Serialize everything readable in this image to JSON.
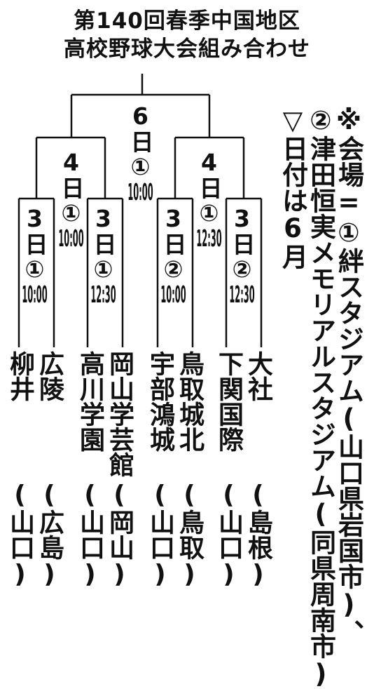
{
  "title": {
    "line1": "第140回春季中国地区",
    "line2": "高校野球大会組み合わせ"
  },
  "final": {
    "day": "6日",
    "venue": "①",
    "time": "10:00"
  },
  "semis": [
    {
      "day": "4日",
      "venue": "①",
      "time": "10:00"
    },
    {
      "day": "4日",
      "venue": "①",
      "time": "12:30"
    }
  ],
  "first_round": [
    {
      "day": "3日",
      "venue": "①",
      "time": "10:00"
    },
    {
      "day": "3日",
      "venue": "①",
      "time": "12:30"
    },
    {
      "day": "3日",
      "venue": "②",
      "time": "10:00"
    },
    {
      "day": "3日",
      "venue": "②",
      "time": "12:30"
    }
  ],
  "teams": [
    {
      "name": "広陵",
      "pref": "(広島)"
    },
    {
      "name": "柳井",
      "pref": "(山口)"
    },
    {
      "name": "岡山学芸館",
      "pref": "(岡山)"
    },
    {
      "name": "高川学園",
      "pref": "(山口)"
    },
    {
      "name": "鳥取城北",
      "pref": "(鳥取)"
    },
    {
      "name": "宇部鴻城",
      "pref": "(山口)"
    },
    {
      "name": "大社",
      "pref": "(島根)"
    },
    {
      "name": "下関国際",
      "pref": "(山口)"
    }
  ],
  "notes": {
    "line1": "※会場=①絆スタジアム(山口県岩国市)、",
    "line2": "②津田恒実メモリアルスタジアム(同県周南市)",
    "line3": "▽日付は6月"
  }
}
